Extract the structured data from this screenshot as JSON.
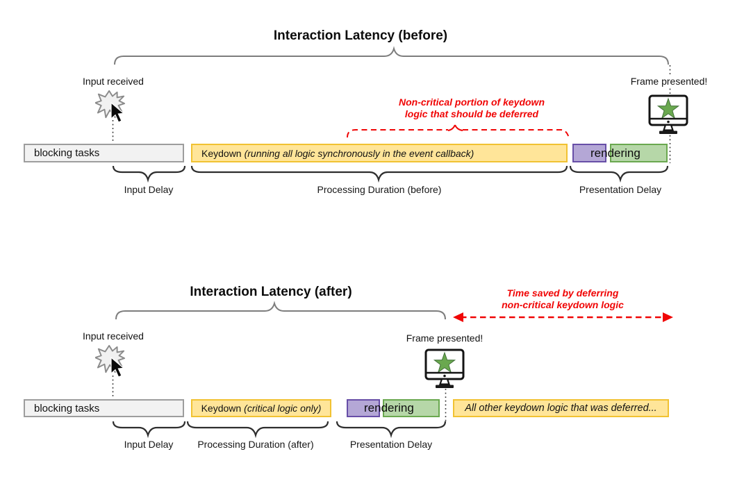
{
  "colors": {
    "task_yellow_fill": "#FFE599",
    "task_yellow_border": "#F1C232",
    "paint_purple_fill": "#B4A7D6",
    "paint_purple_border": "#674EA7",
    "render_green_fill": "#B6D7A8",
    "render_green_border": "#6AA84F",
    "blocking_gray_fill": "#F2F2F2",
    "blocking_gray_border": "#9D9D9D",
    "annotation_red": "#F00505",
    "star_green": "#6AA84F"
  },
  "before": {
    "title": "Interaction Latency (before)",
    "input_received_label": "Input received",
    "frame_presented_label": "Frame presented!",
    "annotation": {
      "line1": "Non-critical portion of keydown",
      "line2": "logic that should be deferred"
    },
    "bars": {
      "blocking": "blocking tasks",
      "keydown_name": "Keydown",
      "keydown_detail": "(running all logic synchronously in the event callback)",
      "rendering": "rendering"
    },
    "durations": {
      "input_delay": "Input Delay",
      "processing": "Processing Duration (before)",
      "presentation": "Presentation Delay"
    }
  },
  "after": {
    "title": "Interaction Latency (after)",
    "input_received_label": "Input received",
    "frame_presented_label": "Frame presented!",
    "annotation": {
      "line1": "Time saved by deferring",
      "line2": "non-critical keydown logic"
    },
    "bars": {
      "blocking": "blocking tasks",
      "keydown_name": "Keydown",
      "keydown_detail": "(critical logic only)",
      "rendering": "rendering",
      "deferred": "All other keydown logic that was deferred..."
    },
    "durations": {
      "input_delay": "Input Delay",
      "processing": "Processing Duration (after)",
      "presentation": "Presentation Delay"
    }
  }
}
